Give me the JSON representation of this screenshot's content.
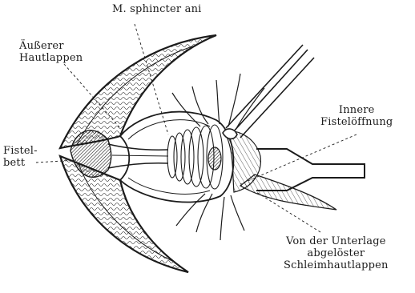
{
  "labels": {
    "sphincter": "M. sphincter ani",
    "outer_flap": "Äußerer\nHautlappen",
    "inner_opening": "Innere\nFistelöffnung",
    "fistula_bed": "Fistel-\nbett",
    "mucosa_flap": "Von der Unterlage\nabgelöster\nSchleimhautlappen"
  },
  "colors": {
    "ink": "#1b1b1b",
    "paper": "#ffffff"
  }
}
